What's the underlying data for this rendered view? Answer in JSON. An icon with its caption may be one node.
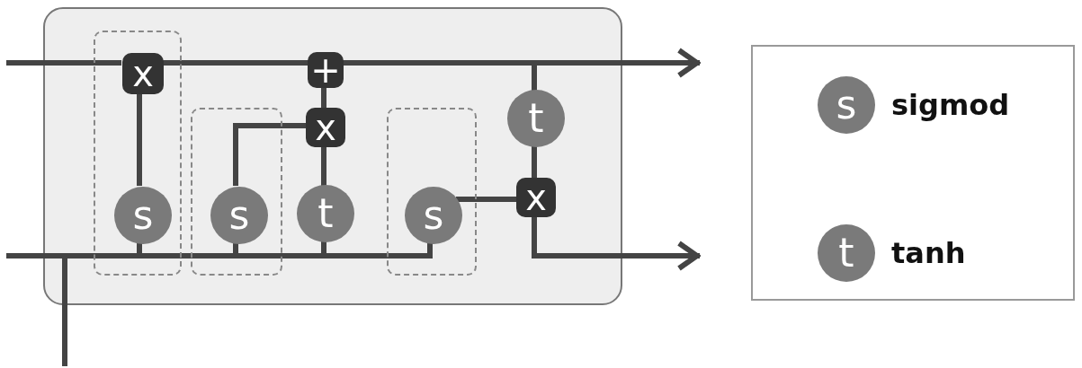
{
  "diagram": {
    "nodes": [
      {
        "text": [],
        "shape": "box"
      },
      {
        "text": [],
        "shape": "box",
        "in": 0
      },
      {
        "text": [
          "x"
        ],
        "in": 1
      },
      {
        "text": [
          "s"
        ],
        "in": 1
      },
      {
        "text": [],
        "shape": "box",
        "in": 0
      },
      {
        "text": [
          "s"
        ],
        "in": 4
      },
      {
        "text": [],
        "shape": "box",
        "in": 0
      },
      {
        "text": [
          "s"
        ],
        "in": 6
      },
      {
        "text": [
          "+"
        ],
        "in": 0
      },
      {
        "text": [
          "x"
        ],
        "in": 0
      },
      {
        "text": [
          "t"
        ],
        "in": 0
      },
      {
        "text": [
          "t"
        ],
        "in": 0
      },
      {
        "text": [
          "x"
        ],
        "in": 0
      }
    ],
    "edges": [
      {
        "from": null,
        "to": 2,
        "arrow": "none"
      },
      {
        "from": 2,
        "to": 8,
        "arrow": "none"
      },
      {
        "from": 8,
        "to": null,
        "arrow": "to"
      },
      {
        "from": 8,
        "to": 10,
        "arrow": "none"
      },
      {
        "from": 10,
        "to": 12,
        "arrow": "none"
      },
      {
        "from": 12,
        "to": null,
        "arrow": "to"
      },
      {
        "from": 3,
        "to": 2,
        "arrow": "none"
      },
      {
        "from": 5,
        "to": 9,
        "arrow": "none"
      },
      {
        "from": 9,
        "to": 8,
        "arrow": "none"
      },
      {
        "from": 11,
        "to": 9,
        "arrow": "none"
      },
      {
        "from": 7,
        "to": 12,
        "arrow": "none"
      },
      {
        "from": null,
        "to": 3,
        "arrow": "none"
      },
      {
        "from": null,
        "to": 5,
        "arrow": "none"
      },
      {
        "from": null,
        "to": 11,
        "arrow": "none"
      },
      {
        "from": null,
        "to": 7,
        "arrow": "none"
      },
      {
        "from": null,
        "to": 3,
        "arrow": "none"
      },
      {
        "from": null,
        "to": 5,
        "arrow": "none"
      },
      {
        "from": null,
        "to": 11,
        "arrow": "none"
      },
      {
        "from": null,
        "to": 7,
        "arrow": "none"
      }
    ],
    "labels": [
      "s",
      "t"
    ],
    "legend": [
      {
        "text": "sigmod"
      },
      {
        "text": "tanh"
      }
    ]
  }
}
